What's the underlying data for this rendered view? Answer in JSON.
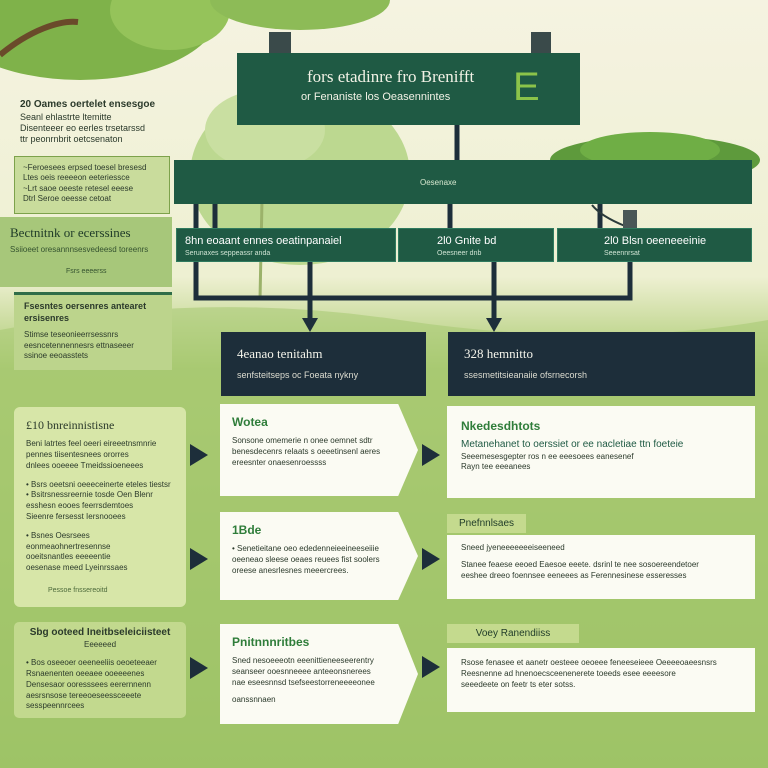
{
  "header": {
    "title": "fors etadinre fro Brenifft",
    "subtitle": "or Fenaniste los Oeasennintes",
    "emblem": "E"
  },
  "band": {
    "label": "Oesenaxe"
  },
  "top_cards": [
    {
      "title": "8hn eoaant ennes oeatinpanaiel",
      "sub": "Serunaxes seppeassr anda"
    },
    {
      "title": "2l0 Gnite bd",
      "sub": "Oeesneer dnb"
    },
    {
      "title": "2l0 Blsn oeeneeeinie",
      "sub": "Seeennrsat"
    }
  ],
  "navy_boxes": [
    {
      "title": "4eanao tenitahm",
      "sub": "senfsteitseps oc Foeata nykny"
    },
    {
      "title": "328 hemnitto",
      "sub": "ssesmetitsieanaiie ofsrnecorsh"
    }
  ],
  "left": {
    "intro_title": "20 Oames oertelet ensesgoe",
    "intro_lines": [
      "Seanl ehlastrte ltemitte",
      "Disenteeer eo eerles trsetarssd",
      "ttr peonrnbrit oetcsenaton"
    ],
    "box1": [
      "~Feroesees erpsed toesel bresesd",
      "Ltes oeis reeeeon eeteriessce",
      "~Lrt saoe oeeste retesel eeese",
      "Dtrl Seroe oeesse cetoat"
    ],
    "panel2_title": "Bectnitnk or ecerssines",
    "panel2_sub": "Ssiioeet oresannnsesvedeesd toreenrs",
    "panel2_meta": "Fsrs eeeerss",
    "panel3_title": "Fsesntes oersenres antearet ersisenres",
    "panel3_lines": [
      "Stimse teseonieerrsessnrs",
      "eesncetennennesrs ettnaseeer",
      "ssinoe eeoasstets"
    ],
    "big_title": "£10 bnreinnistisne",
    "big_lines": [
      "Beni latrtes feel oeeri eireeetnsmnrie",
      "pennes tiisentesnees ororres",
      "dnlees ooeeee Tmeidssioeneees"
    ],
    "big_bullets": [
      "Bsrs oeetsni oeeeceinerte eteles tiestsr",
      "Bsitrsnessreernie tosde Oen Blenr esshesn eooes feerrsdemtoes",
      "Sieenre fersesst Iersnooees"
    ],
    "big_bullets2": [
      "Bsnes Oesrsees eonmeaohnertresennse",
      "ooeitsnantles eeeeentie",
      "oesenase meed Lyeinrssaes"
    ],
    "big_footer": "Pessoe fnssereoitd",
    "low_title": "Sbg ooteed Ineitbseleiciisteet",
    "low_sub": "Eeeeeed",
    "low_lines": [
      "Bos oseeoer oeeneeliis oeoeteeaer",
      "Rsnaenenten oeeaee ooeeeenes",
      "Densesaor ooresssees eerernnenn",
      "aesrsnsose tereeoeseessceeete",
      "sesspeennrcees"
    ]
  },
  "middle_cards": [
    {
      "title": "Wotea",
      "lines": [
        "Sonsone omemerie n onee oemnet sdtr",
        "benesdecenrs relaats s oeeetinsenl aeres",
        "ereesnter onaesenroessss"
      ]
    },
    {
      "title": "1Bde",
      "lines": [
        "• Senetieitane oeo ededenneieeineeseiiie",
        "oeeneao sleese oeaes reuees fist soolers",
        "oreese anesrlesnes meeercrees."
      ]
    },
    {
      "title": "Pnitnnnritbes",
      "lines": [
        "Sned nesoeeeotn eeenittieneeseerentry",
        "seanseer ooesnneeee anteeonsnerees",
        "nae eseesnnsd tsefseestorreneeeeonee",
        "oanssnnaen"
      ]
    }
  ],
  "right_cards": [
    {
      "tab": "",
      "title": "Nkedesdhtots",
      "lead": "Metanehanet to oerssiet or ee nacletiae ttn foeteie",
      "lines": [
        "Seeemesesgepter ros n ee eeesoees eanesenef",
        "Rayn tee eeeanees"
      ]
    },
    {
      "tab": "Pnefnnlsaes",
      "title": "",
      "lead": "",
      "lines": [
        "Sneed jyeneeeeeeeiseeneed",
        "",
        "Stanee feaese eeoed Eaesoe eeete. dsrinl te nee sosoereendetoer",
        "eeshee dreeo foennsee eeneees as Ferennesinese esseresses"
      ]
    },
    {
      "tab": "Voey Ranendiiss",
      "title": "",
      "lead": "",
      "lines": [
        "Rsose fenasee et aanetr oesteee oeoeee feneeseieee Oeeeeoaeesnsrs",
        "Reesnenne ad hnenoecsceenenerete toeeds esee eeeesore",
        "seeedeete on feetr ts eter sotss."
      ]
    }
  ]
}
